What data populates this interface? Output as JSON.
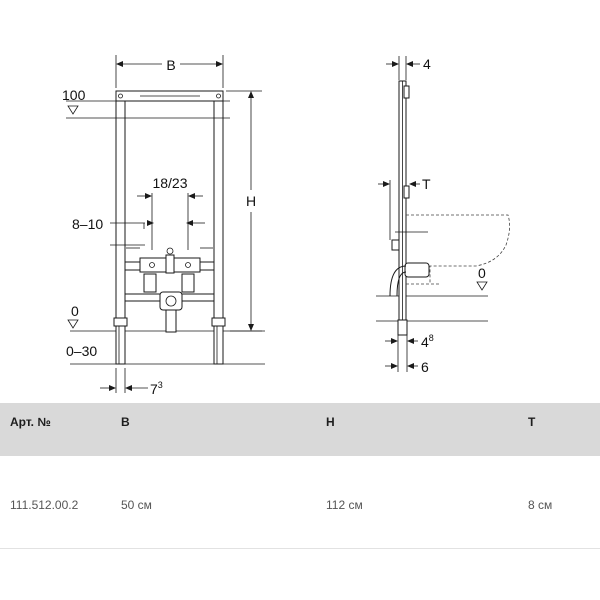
{
  "drawing": {
    "front_view": {
      "width_label": "B",
      "height_label": "H",
      "top_level_label": "100",
      "spacing_label": "18/23",
      "range_label": "8–10",
      "floor_label": "0",
      "floor_range_label": "0–30",
      "foot_base": "7",
      "foot_sup": "3"
    },
    "side_view": {
      "depth_top_label": "4",
      "depth_label": "T",
      "floor_label": "0",
      "bottom1_base": "4",
      "bottom1_sup": "8",
      "bottom2_label": "6"
    }
  },
  "table": {
    "headers": [
      "Арт. №",
      "B",
      "H",
      "T"
    ],
    "rows": [
      [
        "111.512.00.2",
        "50 см",
        "112 см",
        "8 см"
      ]
    ]
  }
}
